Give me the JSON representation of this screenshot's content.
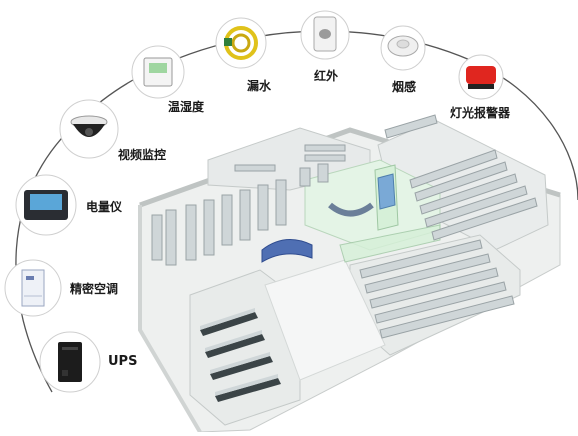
{
  "devices": [
    {
      "id": "ups",
      "label": "UPS",
      "icon": "ups-cabinet-icon"
    },
    {
      "id": "ac",
      "label": "精密空调",
      "icon": "precision-ac-icon"
    },
    {
      "id": "pm",
      "label": "电量仪",
      "icon": "power-meter-icon"
    },
    {
      "id": "cam",
      "label": "视频监控",
      "icon": "dome-camera-icon"
    },
    {
      "id": "th",
      "label": "温湿度",
      "icon": "temp-humidity-sensor-icon"
    },
    {
      "id": "leak",
      "label": "漏水",
      "icon": "water-leak-cable-icon"
    },
    {
      "id": "ir",
      "label": "红外",
      "icon": "infrared-detector-icon"
    },
    {
      "id": "smk",
      "label": "烟感",
      "icon": "smoke-detector-icon"
    },
    {
      "id": "alm",
      "label": "灯光报警器",
      "icon": "strobe-alarm-icon"
    }
  ],
  "colors": {
    "arc": "#555555",
    "floor": "#eef0ef",
    "wall": "#d8dcdb",
    "rack": "#cfd6d8",
    "rack_dark": "#3b4447",
    "glass": "#d6f0d8",
    "alarm_red": "#e0261f"
  }
}
